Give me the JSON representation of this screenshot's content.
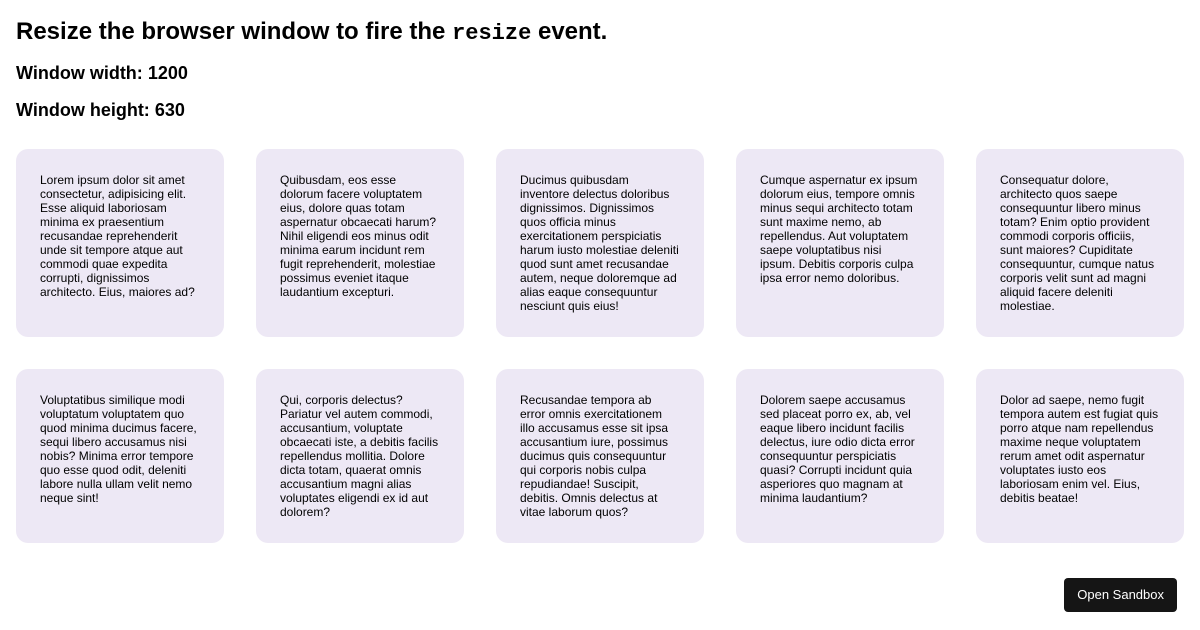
{
  "header": {
    "title_before": "Resize the browser window to fire the ",
    "title_code": "resize",
    "title_after": " event."
  },
  "stats": {
    "width_label": "Window width: ",
    "width_value": "1200",
    "height_label": "Window height: ",
    "height_value": "630"
  },
  "cards": [
    "Lorem ipsum dolor sit amet consectetur, adipisicing elit. Esse aliquid laboriosam minima ex praesentium recusandae reprehenderit unde sit tempore atque aut commodi quae expedita corrupti, dignissimos architecto. Eius, maiores ad?",
    "Quibusdam, eos esse dolorum facere voluptatem eius, dolore quas totam aspernatur obcaecati harum? Nihil eligendi eos minus odit minima earum incidunt rem fugit reprehenderit, molestiae possimus eveniet itaque laudantium excepturi.",
    "Ducimus quibusdam inventore delectus doloribus dignissimos. Dignissimos quos officia minus exercitationem perspiciatis harum iusto molestiae deleniti quod sunt amet recusandae autem, neque doloremque ad alias eaque consequuntur nesciunt quis eius!",
    "Cumque aspernatur ex ipsum dolorum eius, tempore omnis minus sequi architecto totam sunt maxime nemo, ab repellendus. Aut voluptatem saepe voluptatibus nisi ipsum. Debitis corporis culpa ipsa error nemo doloribus.",
    "Consequatur dolore, architecto quos saepe consequuntur libero minus totam? Enim optio provident commodi corporis officiis, sunt maiores? Cupiditate consequuntur, cumque natus corporis velit sunt ad magni aliquid facere deleniti molestiae.",
    "Voluptatibus similique modi voluptatum voluptatem quo quod minima ducimus facere, sequi libero accusamus nisi nobis? Minima error tempore quo esse quod odit, deleniti labore nulla ullam velit nemo neque sint!",
    "Qui, corporis delectus? Pariatur vel autem commodi, accusantium, voluptate obcaecati iste, a debitis facilis repellendus mollitia. Dolore dicta totam, quaerat omnis accusantium magni alias voluptates eligendi ex id aut dolorem?",
    "Recusandae tempora ab error omnis exercitationem illo accusamus esse sit ipsa accusantium iure, possimus ducimus quis consequuntur qui corporis nobis culpa repudiandae! Suscipit, debitis. Omnis delectus at vitae laborum quos?",
    "Dolorem saepe accusamus sed placeat porro ex, ab, vel eaque libero incidunt facilis delectus, iure odio dicta error consequuntur perspiciatis quasi? Corrupti incidunt quia asperiores quo magnam at minima laudantium?",
    "Dolor ad saepe, nemo fugit tempora autem est fugiat quis porro atque nam repellendus maxime neque voluptatem rerum amet odit aspernatur voluptates iusto eos laboriosam enim vel. Eius, debitis beatae!"
  ],
  "sandbox": {
    "label": "Open Sandbox"
  },
  "colors": {
    "card_background": "#ede8f5",
    "button_background": "#151515"
  }
}
